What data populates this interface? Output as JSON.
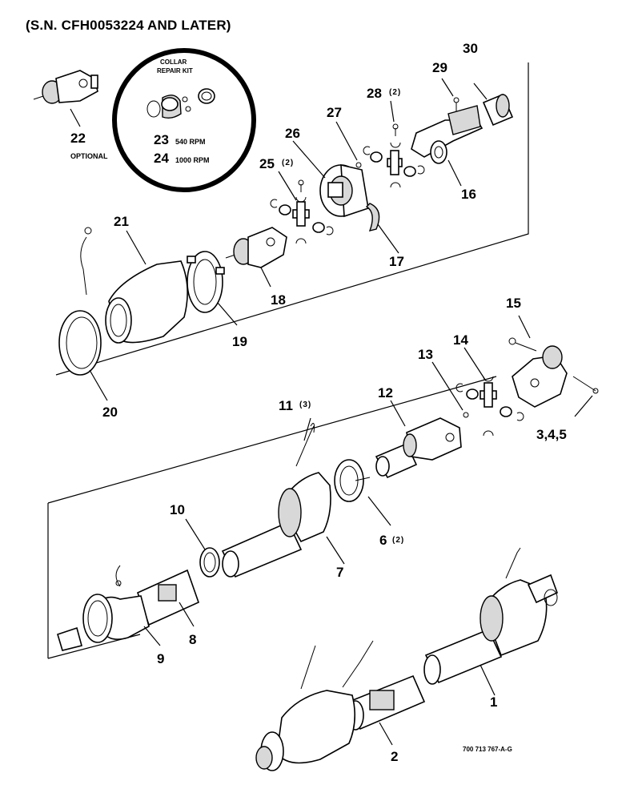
{
  "header": "(S.N. CFH0053224 AND LATER)",
  "kit": {
    "title_line1": "COLLAR",
    "title_line2": "REPAIR KIT",
    "item23_num": "23",
    "item23_text": "540 RPM",
    "item24_num": "24",
    "item24_text": "1000 RPM"
  },
  "optional_label": "OPTIONAL",
  "reference_code": "700 713 767-A-G",
  "callouts": {
    "c1": "1",
    "c2": "2",
    "c345": "3,4,5",
    "c6": "6",
    "c6q": "(2)",
    "c7": "7",
    "c8": "8",
    "c9": "9",
    "c10": "10",
    "c11": "11",
    "c11q": "(3)",
    "c12": "12",
    "c13": "13",
    "c14": "14",
    "c15": "15",
    "c16": "16",
    "c17": "17",
    "c18": "18",
    "c19": "19",
    "c20": "20",
    "c21": "21",
    "c22": "22",
    "c25": "25",
    "c25q": "(2)",
    "c26": "26",
    "c27": "27",
    "c28": "28",
    "c28q": "(2)",
    "c29": "29",
    "c30": "30"
  }
}
